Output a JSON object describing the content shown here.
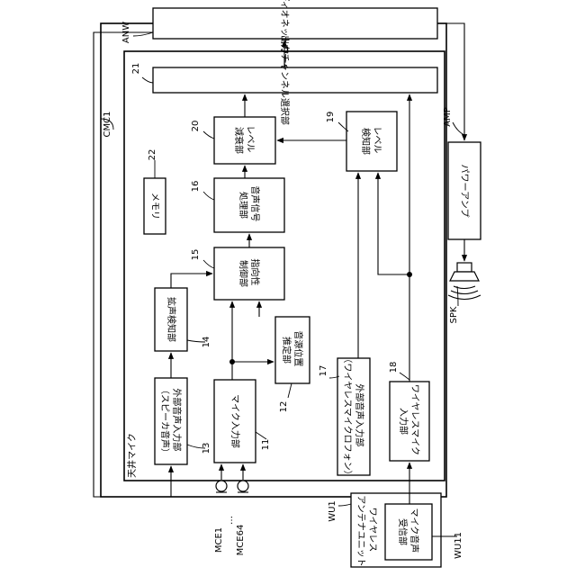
{
  "blocks": {
    "audio_network": "オーディオネットワーク",
    "output_channel_select": "出力チャンネル選択部",
    "level_attenuation": [
      "レベル",
      "減衰部"
    ],
    "level_detection": [
      "レベル",
      "検知部"
    ],
    "memory": "メモリ",
    "audio_signal_processing": [
      "音声信号",
      "処理部"
    ],
    "directivity_control": [
      "指向性",
      "制御部"
    ],
    "loudspeaker_detection": "拡声検知部",
    "sound_source_estimation": [
      "音源位置",
      "推定部"
    ],
    "external_audio_input_13": [
      "外部音声入力部",
      "（スピーカ音声）"
    ],
    "mic_input": "マイク入力部",
    "external_audio_input_17": [
      "外部音声入力部",
      "（ワイヤレスマイクロフォン）"
    ],
    "wireless_mic_input": [
      "ワイヤレスマイク",
      "入力部"
    ],
    "power_amp": "パワーアンプ",
    "wireless_antenna_unit": [
      "ワイヤレス",
      "アンテナユニット"
    ],
    "mic_audio_receiver": [
      "マイク音声",
      "受信部"
    ],
    "ceiling_mic": "天井マイク"
  },
  "refs": {
    "anw": "ANW",
    "cmc1": "CMC1",
    "amp": "AMP",
    "spk": "SPK",
    "wu1": "WU1",
    "wu11": "WU11",
    "mce1": "MCE1",
    "mce64": "MCE64",
    "dots": "…",
    "r21": "21",
    "r20": "20",
    "r19": "19",
    "r22": "22",
    "r16": "16",
    "r15": "15",
    "r14": "14",
    "r13": "13",
    "r12": "12",
    "r11": "11",
    "r17": "17",
    "r18": "18"
  },
  "colors": {
    "line": "#000000",
    "background": "#ffffff"
  }
}
